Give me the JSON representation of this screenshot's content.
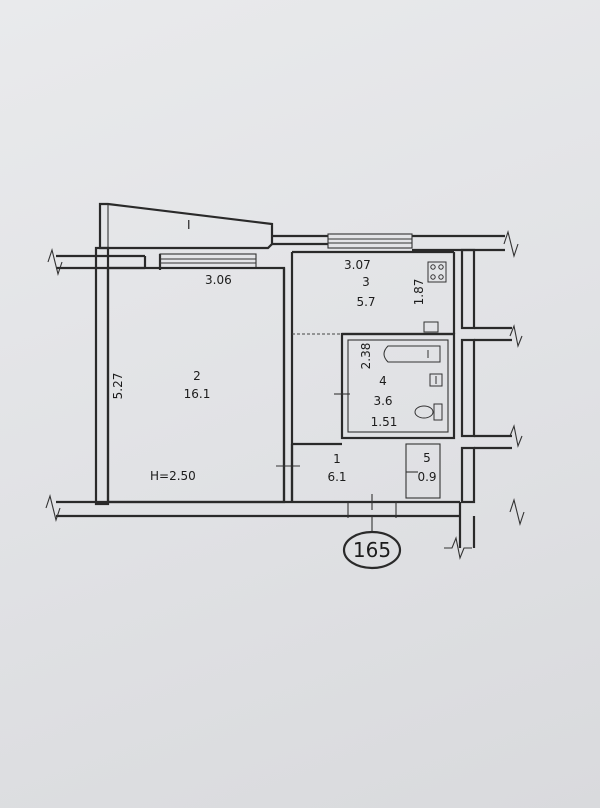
{
  "plan": {
    "apartment_number": "165",
    "ceiling_height": "H=2.50",
    "balcony_mark": "I",
    "rooms": [
      {
        "id": "1",
        "area": "6.1"
      },
      {
        "id": "2",
        "area": "16.1"
      },
      {
        "id": "3",
        "area": "5.7"
      },
      {
        "id": "4",
        "area": "3.6"
      },
      {
        "id": "5",
        "area": "0.9"
      }
    ],
    "dimensions": {
      "room2_width": "3.06",
      "room2_length": "5.27",
      "room3_width": "3.07",
      "room3_length": "1.87",
      "bath_length": "2.38",
      "bath_width": "1.51"
    }
  }
}
